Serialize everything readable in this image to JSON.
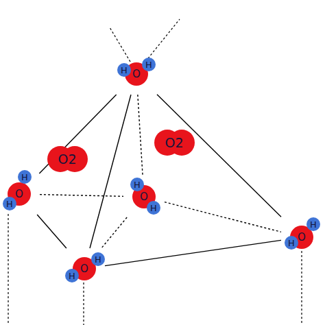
{
  "diagram": {
    "nodes": [
      {
        "text": [
          "H",
          "O",
          "H"
        ]
      },
      {
        "text": [
          "O2"
        ]
      },
      {
        "text": [
          "O2"
        ]
      },
      {
        "text": [
          "H",
          "O",
          "H"
        ]
      },
      {
        "text": [
          "H",
          "O",
          "H"
        ]
      },
      {
        "text": [
          "H",
          "O",
          "H"
        ]
      },
      {
        "text": [
          "H",
          "O",
          "H"
        ]
      }
    ],
    "edges": [
      {
        "from": 0,
        "to": 3,
        "arrow": "none"
      },
      {
        "from": 0,
        "to": 6,
        "arrow": "none"
      },
      {
        "from": 0,
        "to": 5,
        "arrow": "none"
      },
      {
        "from": 3,
        "to": 6,
        "arrow": "none"
      },
      {
        "from": 6,
        "to": 5,
        "arrow": "none"
      },
      {
        "from": 0,
        "to": 4,
        "arrow": "none"
      },
      {
        "from": 3,
        "to": 4,
        "arrow": "none"
      },
      {
        "from": 4,
        "to": 5,
        "arrow": "none"
      },
      {
        "from": 4,
        "to": 6,
        "arrow": "none"
      }
    ]
  }
}
